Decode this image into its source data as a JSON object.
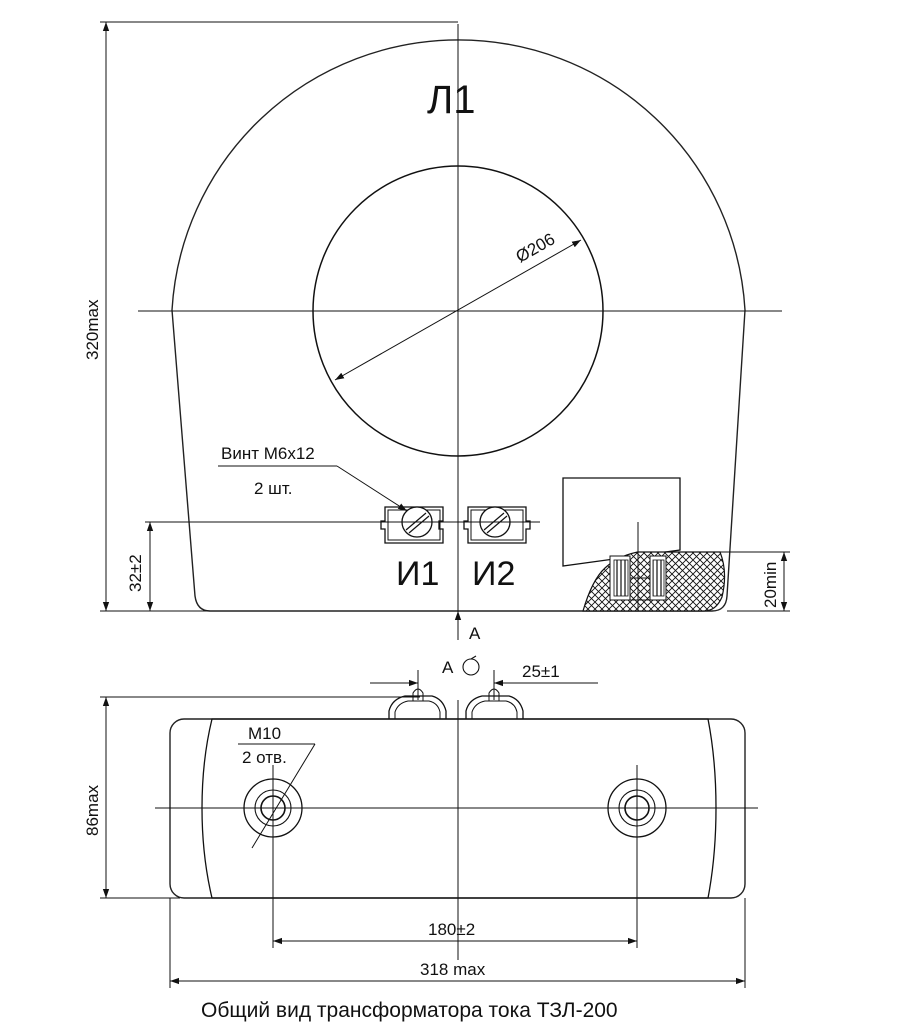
{
  "main_view": {
    "primary_label": "Л1",
    "bore_diameter": "Ø206",
    "height_dim": "320max",
    "terminal_height_dim": "32±2",
    "secure_terminal_dim": "20min",
    "screw_label_line1": "Винт М6х12",
    "screw_label_line2": "2 шт.",
    "terminal_1": "И1",
    "terminal_2": "И2",
    "view_arrow": "А"
  },
  "bottom_view": {
    "view_marker": "А",
    "terminal_spacing": "25±1",
    "depth_dim": "86max",
    "hole_label_line1": "М10",
    "hole_label_line2": "2 отв.",
    "hole_spacing": "180±2",
    "overall_width": "318 max"
  },
  "caption": "Общий вид трансформатора тока ТЗЛ-200"
}
